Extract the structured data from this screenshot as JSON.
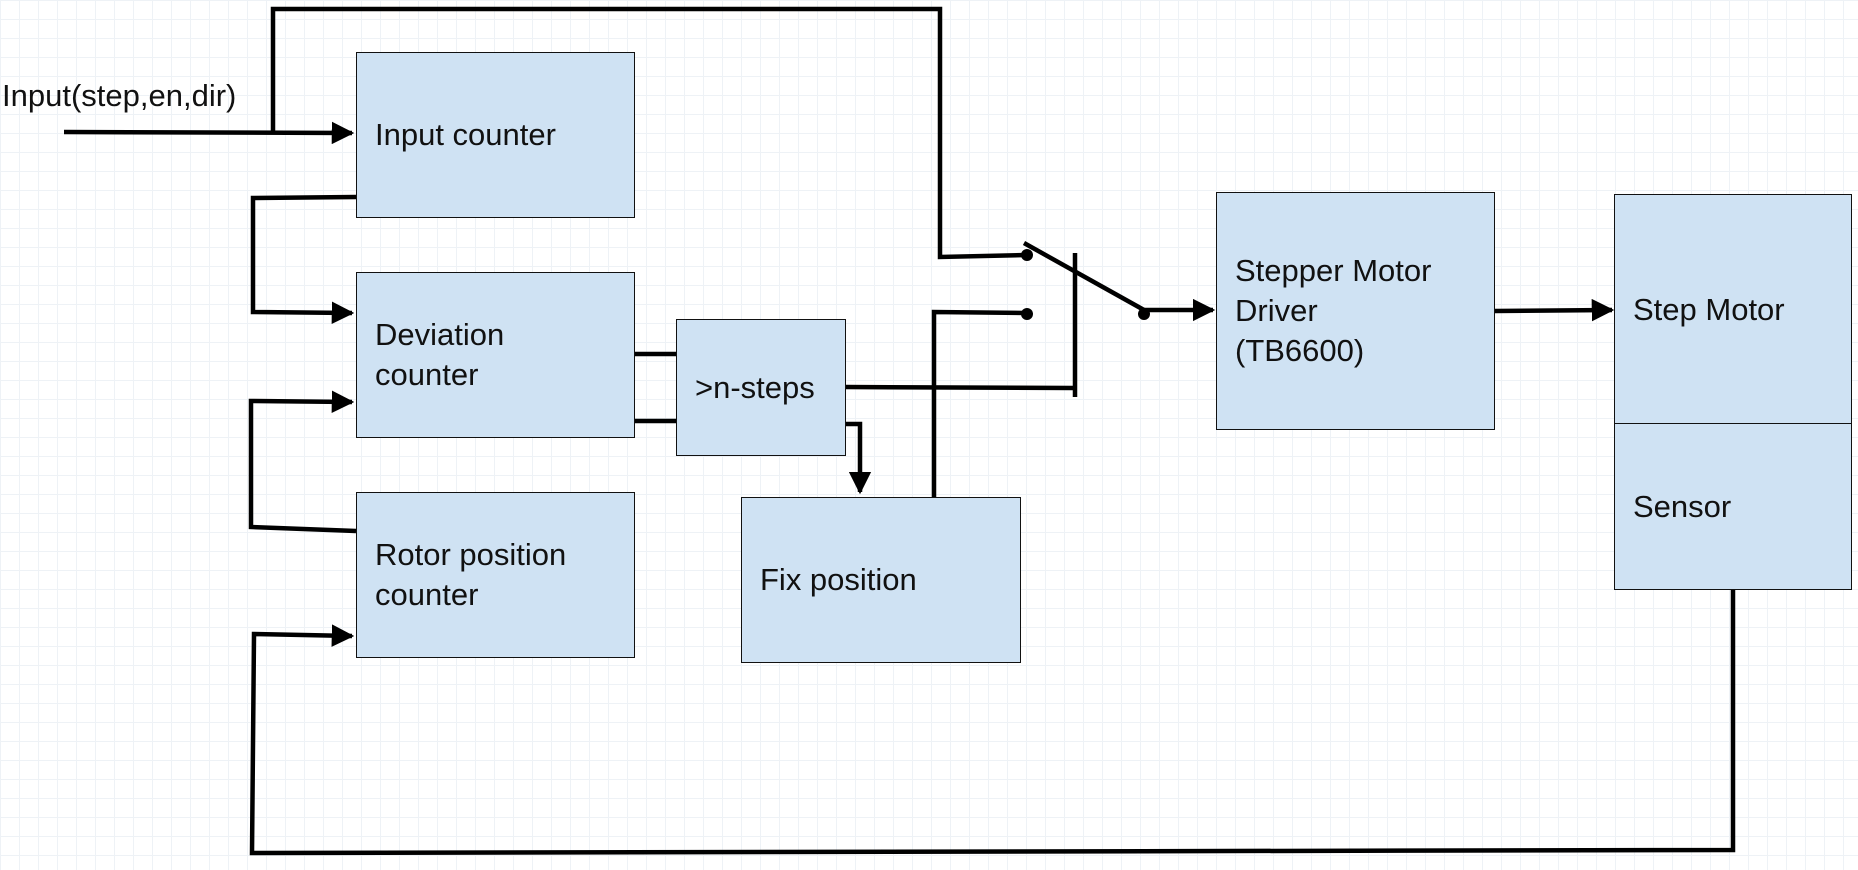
{
  "diagram": {
    "input_label": "Input(step,en,dir)",
    "blocks": {
      "input_counter": "Input counter",
      "deviation_counter": "Deviation\ncounter",
      "rotor_position_counter": "Rotor position\ncounter",
      "n_steps": ">n-steps",
      "fix_position": "Fix position",
      "stepper_motor_driver": "Stepper Motor\nDriver\n(TB6600)",
      "step_motor": "Step Motor",
      "sensor": "Sensor"
    },
    "colors": {
      "block_fill": "#cfe2f3",
      "line": "#000000"
    }
  }
}
